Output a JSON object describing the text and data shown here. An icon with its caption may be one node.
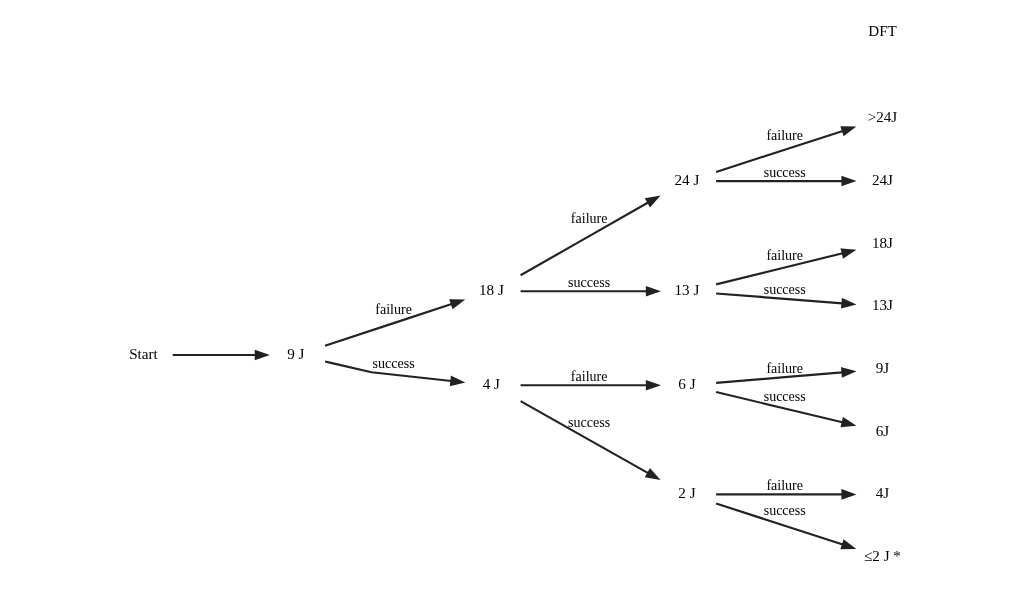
{
  "diagram": {
    "nodes": [
      {
        "text": [
          "Start"
        ]
      },
      {
        "text": [
          "9 J"
        ]
      },
      {
        "text": [
          "18 J"
        ]
      },
      {
        "text": [
          "4 J"
        ]
      },
      {
        "text": [
          "24 J"
        ]
      },
      {
        "text": [
          "13 J"
        ]
      },
      {
        "text": [
          "6 J"
        ]
      },
      {
        "text": [
          "2 J"
        ]
      },
      {
        "text": [
          ">24J"
        ]
      },
      {
        "text": [
          "24J"
        ]
      },
      {
        "text": [
          "18J"
        ]
      },
      {
        "text": [
          "13J"
        ]
      },
      {
        "text": [
          "9J"
        ]
      },
      {
        "text": [
          "6J"
        ]
      },
      {
        "text": [
          "4J"
        ]
      },
      {
        "text": [
          "≤2 J *"
        ]
      }
    ],
    "edges": [
      {
        "from": 0,
        "to": 1,
        "arrow": "to"
      },
      {
        "from": 1,
        "to": 2,
        "arrow": "to",
        "label": "failure"
      },
      {
        "from": 1,
        "to": 3,
        "arrow": "to",
        "label": "success"
      },
      {
        "from": 2,
        "to": 4,
        "arrow": "to",
        "label": "failure"
      },
      {
        "from": 2,
        "to": 5,
        "arrow": "to",
        "label": "success"
      },
      {
        "from": 3,
        "to": 6,
        "arrow": "to",
        "label": "failure"
      },
      {
        "from": 3,
        "to": 7,
        "arrow": "to",
        "label": "success"
      },
      {
        "from": 4,
        "to": 8,
        "arrow": "to",
        "label": "failure"
      },
      {
        "from": 4,
        "to": 9,
        "arrow": "to",
        "label": "success"
      },
      {
        "from": 5,
        "to": 10,
        "arrow": "to",
        "label": "failure"
      },
      {
        "from": 5,
        "to": 11,
        "arrow": "to",
        "label": "success"
      },
      {
        "from": 6,
        "to": 12,
        "arrow": "to",
        "label": "failure"
      },
      {
        "from": 6,
        "to": 13,
        "arrow": "to",
        "label": "success"
      },
      {
        "from": 7,
        "to": 14,
        "arrow": "to",
        "label": "failure"
      },
      {
        "from": 7,
        "to": 15,
        "arrow": "to",
        "label": "success"
      }
    ],
    "labels": [
      "DFT"
    ]
  }
}
